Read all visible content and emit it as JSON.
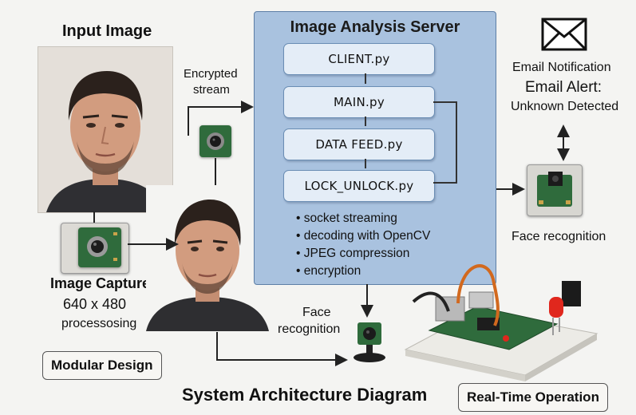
{
  "input_image": {
    "title": "Input Image"
  },
  "image_capture": {
    "title": "Image Capture",
    "resolution": "640 x 480",
    "caption": "processosing"
  },
  "modular_design": "Modular Design",
  "encrypted_stream": {
    "line1": "Encrypted",
    "line2": "stream"
  },
  "server": {
    "title": "Image Analysis Server",
    "modules": [
      "CLIENT.py",
      "MAIN.py",
      "DATA  FEED.py",
      "LOCK_UNLOCK.py"
    ],
    "bullets": [
      "socket streaming",
      "decoding with OpenCV",
      "JPEG compression",
      "encryption"
    ]
  },
  "email": {
    "notification": "Email Notification",
    "alert_line1": "Email Alert:",
    "alert_line2": "Unknown Detected"
  },
  "face_recognition_right": "Face recognition",
  "face_recognition_bottom": {
    "line1": "Face",
    "line2": "recognition"
  },
  "diagram_title": "System Architecture Diagram",
  "realtime": "Real-Time Operation",
  "colors": {
    "server_bg": "#a9c2df",
    "module_bg": "#e4edf7",
    "led_red": "#e0271d",
    "pcb_green": "#2f6b3c"
  },
  "icons": [
    "envelope-icon",
    "camera-module-icon",
    "raspberry-pi-board-icon",
    "red-led-icon"
  ]
}
